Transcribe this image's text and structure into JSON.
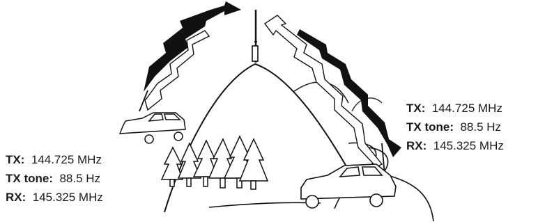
{
  "left_station": {
    "tx_label": "TX:",
    "tx_value": "144.725 MHz",
    "tone_label": "TX tone:",
    "tone_value": "88.5 Hz",
    "rx_label": "RX:",
    "rx_value": "145.325 MHz"
  },
  "right_station": {
    "tx_label": "TX:",
    "tx_value": "144.725 MHz",
    "tone_label": "TX tone:",
    "tone_value": "88.5 Hz",
    "rx_label": "RX:",
    "rx_value": "145.325 MHz"
  },
  "icons": [
    "repeater-antenna-icon",
    "mountain-icon",
    "car-icon",
    "tree-icon",
    "signal-arrow-icon"
  ]
}
